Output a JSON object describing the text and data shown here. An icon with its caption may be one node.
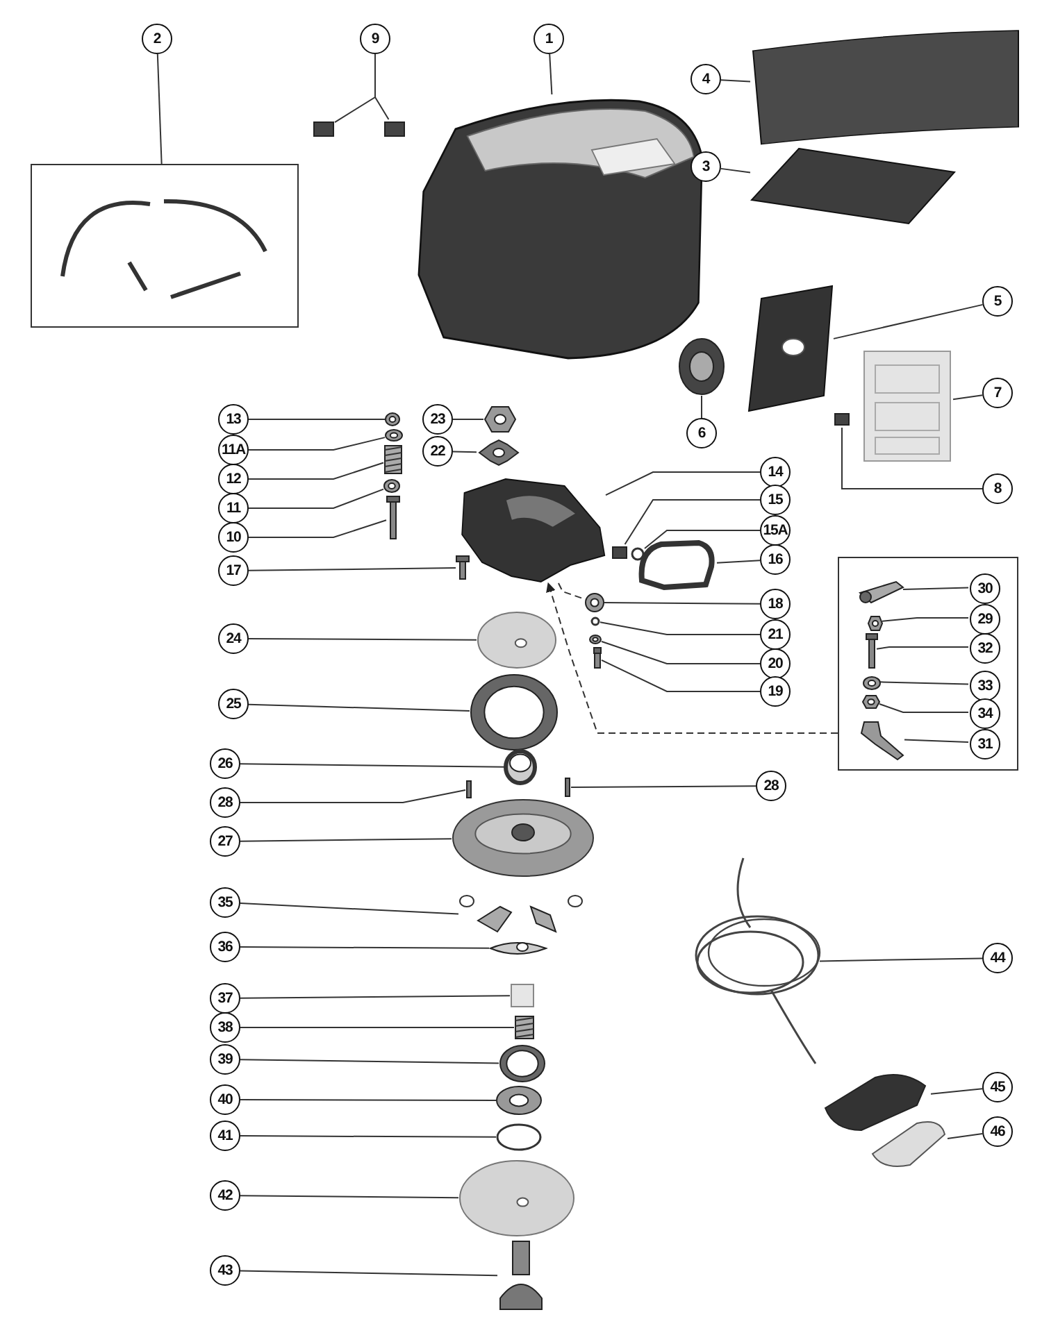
{
  "diagram": {
    "nodes": [
      {
        "text": [
          "2"
        ]
      },
      {
        "text": [],
        "shape": "box"
      },
      {
        "text": [
          "9"
        ]
      },
      {
        "text": [],
        "shape": "box"
      },
      {
        "text": [],
        "shape": "box"
      },
      {
        "text": [
          "1"
        ]
      },
      {
        "text": [],
        "shape": "picture"
      },
      {
        "text": [
          "4"
        ]
      },
      {
        "text": [],
        "shape": "picture"
      },
      {
        "text": [
          "3"
        ]
      },
      {
        "text": [],
        "shape": "picture"
      },
      {
        "text": [
          "5"
        ]
      },
      {
        "text": [],
        "shape": "picture"
      },
      {
        "text": [
          "6"
        ]
      },
      {
        "text": [],
        "shape": "picture"
      },
      {
        "text": [
          "7"
        ]
      },
      {
        "text": [],
        "shape": "picture"
      },
      {
        "text": [
          "8"
        ]
      },
      {
        "text": [],
        "shape": "box"
      },
      {
        "text": [
          "13"
        ]
      },
      {
        "text": [],
        "shape": "picture"
      },
      {
        "text": [
          "11A"
        ]
      },
      {
        "text": [],
        "shape": "picture"
      },
      {
        "text": [
          "12"
        ]
      },
      {
        "text": [],
        "shape": "picture"
      },
      {
        "text": [
          "11"
        ]
      },
      {
        "text": [],
        "shape": "picture"
      },
      {
        "text": [
          "10"
        ]
      },
      {
        "text": [],
        "shape": "picture"
      },
      {
        "text": [
          "17"
        ]
      },
      {
        "text": [],
        "shape": "picture"
      },
      {
        "text": [
          "23"
        ]
      },
      {
        "text": [],
        "shape": "picture"
      },
      {
        "text": [
          "22"
        ]
      },
      {
        "text": [],
        "shape": "picture"
      },
      {
        "text": [
          "14"
        ]
      },
      {
        "text": [],
        "shape": "picture"
      },
      {
        "text": [
          "15"
        ]
      },
      {
        "text": [],
        "shape": "box"
      },
      {
        "text": [
          "15A"
        ]
      },
      {
        "text": [],
        "shape": "circle"
      },
      {
        "text": [
          "16"
        ]
      },
      {
        "text": [],
        "shape": "picture"
      },
      {
        "text": [
          "18"
        ]
      },
      {
        "text": [],
        "shape": "picture"
      },
      {
        "text": [
          "21"
        ]
      },
      {
        "text": [],
        "shape": "circle"
      },
      {
        "text": [
          "20"
        ]
      },
      {
        "text": [],
        "shape": "picture"
      },
      {
        "text": [
          "19"
        ]
      },
      {
        "text": [],
        "shape": "bar"
      },
      {
        "text": [
          "24"
        ]
      },
      {
        "text": [],
        "shape": "picture"
      },
      {
        "text": [
          "25"
        ]
      },
      {
        "text": [],
        "shape": "picture"
      },
      {
        "text": [
          "26"
        ]
      },
      {
        "text": [],
        "shape": "picture"
      },
      {
        "text": [
          "28"
        ]
      },
      {
        "text": [],
        "shape": "bar"
      },
      {
        "text": [
          "28"
        ]
      },
      {
        "text": [],
        "shape": "bar"
      },
      {
        "text": [
          "27"
        ]
      },
      {
        "text": [],
        "shape": "picture"
      },
      {
        "text": [],
        "shape": "box"
      },
      {
        "text": [
          "30"
        ],
        "in": 63
      },
      {
        "text": [],
        "shape": "picture",
        "in": 63
      },
      {
        "text": [
          "29"
        ],
        "in": 63
      },
      {
        "text": [],
        "shape": "picture",
        "in": 63
      },
      {
        "text": [
          "32"
        ],
        "in": 63
      },
      {
        "text": [],
        "shape": "picture",
        "in": 63
      },
      {
        "text": [
          "33"
        ],
        "in": 63
      },
      {
        "text": [],
        "shape": "picture",
        "in": 63
      },
      {
        "text": [
          "34"
        ],
        "in": 63
      },
      {
        "text": [],
        "shape": "picture",
        "in": 63
      },
      {
        "text": [
          "31"
        ],
        "in": 63
      },
      {
        "text": [],
        "shape": "picture",
        "in": 63
      },
      {
        "text": [
          "35"
        ]
      },
      {
        "text": [],
        "shape": "picture"
      },
      {
        "text": [
          "36"
        ]
      },
      {
        "text": [],
        "shape": "picture"
      },
      {
        "text": [
          "37"
        ]
      },
      {
        "text": [],
        "shape": "box"
      },
      {
        "text": [
          "38"
        ]
      },
      {
        "text": [],
        "shape": "picture"
      },
      {
        "text": [
          "39"
        ]
      },
      {
        "text": [],
        "shape": "picture"
      },
      {
        "text": [
          "40"
        ]
      },
      {
        "text": [],
        "shape": "picture"
      },
      {
        "text": [
          "41"
        ]
      },
      {
        "text": [],
        "shape": "circle"
      },
      {
        "text": [
          "42"
        ]
      },
      {
        "text": [],
        "shape": "picture"
      },
      {
        "text": [
          "43"
        ]
      },
      {
        "text": [],
        "shape": "picture"
      },
      {
        "text": [
          "44"
        ]
      },
      {
        "text": [],
        "shape": "picture"
      },
      {
        "text": [
          "45"
        ]
      },
      {
        "text": [],
        "shape": "picture"
      },
      {
        "text": [
          "46"
        ]
      },
      {
        "text": [],
        "shape": "picture"
      }
    ],
    "edges": [
      {
        "from": 0,
        "to": 1,
        "arrow": "none"
      },
      {
        "from": 2,
        "to": 3,
        "arrow": "none"
      },
      {
        "from": 2,
        "to": 4,
        "arrow": "none"
      },
      {
        "from": 5,
        "to": 6,
        "arrow": "none"
      },
      {
        "from": 7,
        "to": 8,
        "arrow": "none"
      },
      {
        "from": 9,
        "to": 10,
        "arrow": "none"
      },
      {
        "from": 11,
        "to": 12,
        "arrow": "none"
      },
      {
        "from": 13,
        "to": 14,
        "arrow": "none"
      },
      {
        "from": 15,
        "to": 16,
        "arrow": "none"
      },
      {
        "from": 17,
        "to": 18,
        "arrow": "none"
      },
      {
        "from": 19,
        "to": 20,
        "arrow": "none"
      },
      {
        "from": 21,
        "to": 22,
        "arrow": "none"
      },
      {
        "from": 23,
        "to": 24,
        "arrow": "none"
      },
      {
        "from": 25,
        "to": 26,
        "arrow": "none"
      },
      {
        "from": 27,
        "to": 28,
        "arrow": "none"
      },
      {
        "from": 29,
        "to": 30,
        "arrow": "none"
      },
      {
        "from": 31,
        "to": 32,
        "arrow": "none"
      },
      {
        "from": 33,
        "to": 34,
        "arrow": "none"
      },
      {
        "from": 35,
        "to": 36,
        "arrow": "none"
      },
      {
        "from": 37,
        "to": 38,
        "arrow": "none"
      },
      {
        "from": 39,
        "to": 40,
        "arrow": "none"
      },
      {
        "from": 41,
        "to": 42,
        "arrow": "none"
      },
      {
        "from": 43,
        "to": 44,
        "arrow": "none"
      },
      {
        "from": 45,
        "to": 46,
        "arrow": "none"
      },
      {
        "from": 47,
        "to": 48,
        "arrow": "none"
      },
      {
        "from": 49,
        "to": 50,
        "arrow": "none"
      },
      {
        "from": 51,
        "to": 52,
        "arrow": "none"
      },
      {
        "from": 53,
        "to": 54,
        "arrow": "none"
      },
      {
        "from": 55,
        "to": 56,
        "arrow": "none"
      },
      {
        "from": 57,
        "to": 58,
        "arrow": "none"
      },
      {
        "from": 59,
        "to": 60,
        "arrow": "none"
      },
      {
        "from": 61,
        "to": 62,
        "arrow": "none"
      },
      {
        "from": 64,
        "to": 65,
        "arrow": "none"
      },
      {
        "from": 66,
        "to": 67,
        "arrow": "none"
      },
      {
        "from": 68,
        "to": 69,
        "arrow": "none"
      },
      {
        "from": 70,
        "to": 71,
        "arrow": "none"
      },
      {
        "from": 72,
        "to": 73,
        "arrow": "none"
      },
      {
        "from": 74,
        "to": 75,
        "arrow": "none"
      },
      {
        "from": 76,
        "to": 77,
        "arrow": "none"
      },
      {
        "from": 78,
        "to": 79,
        "arrow": "none"
      },
      {
        "from": 80,
        "to": 81,
        "arrow": "none"
      },
      {
        "from": 82,
        "to": 83,
        "arrow": "none"
      },
      {
        "from": 84,
        "to": 85,
        "arrow": "none"
      },
      {
        "from": 86,
        "to": 87,
        "arrow": "none"
      },
      {
        "from": 88,
        "to": 89,
        "arrow": "none"
      },
      {
        "from": 90,
        "to": 91,
        "arrow": "none"
      },
      {
        "from": 92,
        "to": 93,
        "arrow": "none"
      },
      {
        "from": 94,
        "to": 95,
        "arrow": "none"
      },
      {
        "from": 96,
        "to": 97,
        "arrow": "none"
      },
      {
        "from": 98,
        "to": 99,
        "arrow": "none"
      },
      {
        "from": 63,
        "to": 36,
        "arrow": "to",
        "style": "dashed"
      },
      {
        "from": 36,
        "to": 44,
        "arrow": "none",
        "style": "dashed"
      }
    ]
  }
}
